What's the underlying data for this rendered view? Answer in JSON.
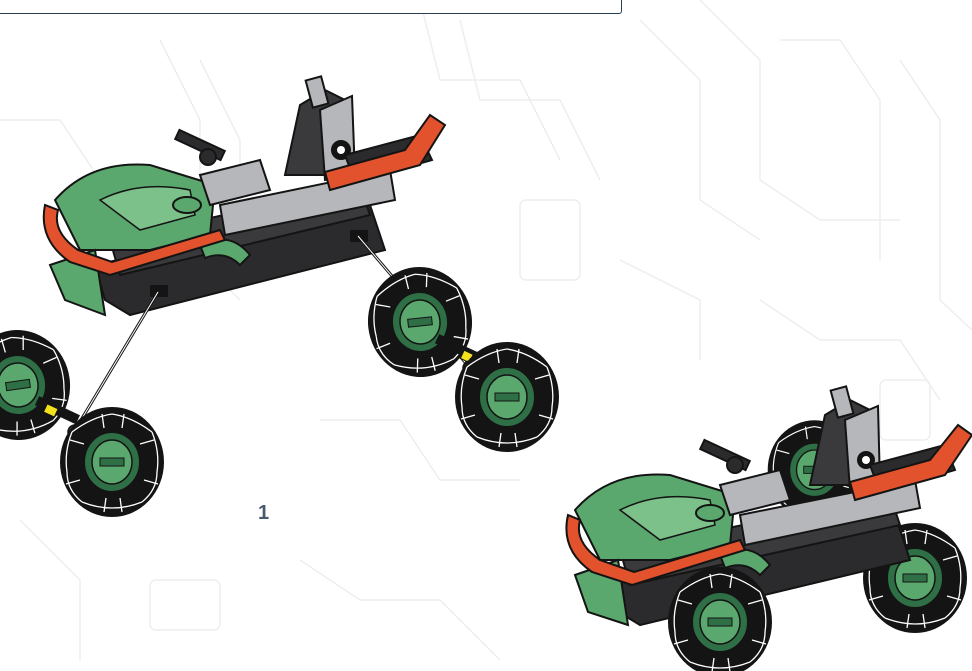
{
  "step": {
    "number": "1"
  },
  "colors": {
    "green": "#5aa86e",
    "green_dark": "#2e6f45",
    "orange": "#e2522c",
    "dark_gray": "#3a3a3c",
    "light_gray": "#b5b7ba",
    "black": "#141414",
    "yellow": "#f2e21b",
    "frame": "#2b3d55",
    "background_line": "#eceef1"
  },
  "icons": {
    "assembly_lines": "connector-lines",
    "model": "lego-buggy"
  }
}
